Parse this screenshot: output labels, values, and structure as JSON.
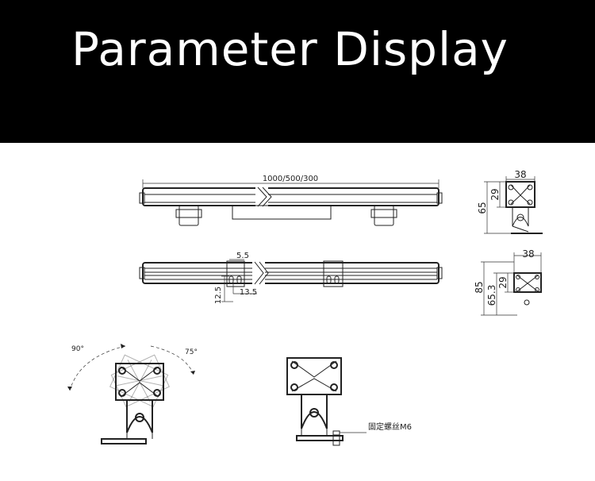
{
  "banner": {
    "title": "Parameter Display"
  },
  "dimensions": {
    "length": "1000/500/300",
    "side_width": "38",
    "side_height": "65",
    "side_bracket_height": "29",
    "side2_width": "38",
    "side2_total": "85",
    "side2_mid": "65.3",
    "side2_bracket": "29",
    "slot_width": "5.5",
    "slot_height": "12.5",
    "slot_offset": "13.5"
  },
  "angles": {
    "left": "90°",
    "right": "75°"
  },
  "callout": {
    "screw": "固定螺丝M6"
  }
}
